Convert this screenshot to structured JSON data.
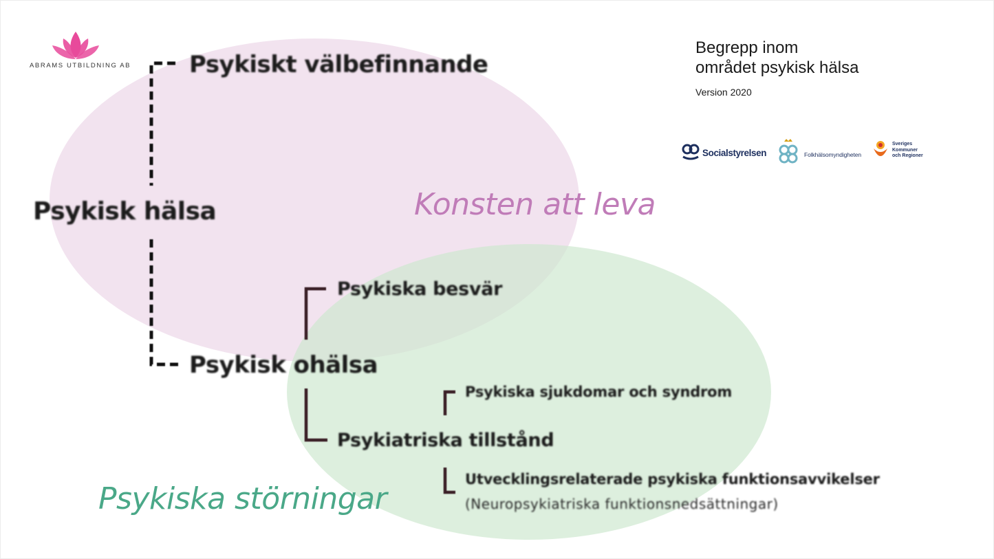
{
  "logo": {
    "text": "ABRAMS UTBILDNING AB",
    "icon": "lotus-icon",
    "color": "#e84a9b"
  },
  "reference": {
    "title_line1": "Begrepp inom",
    "title_line2": "området psykisk hälsa",
    "version": "Version 2020",
    "organizations": [
      {
        "name": "Socialstyrelsen",
        "icon": "socialstyrelsen-logo"
      },
      {
        "name": "Folkhälsomyndigheten",
        "icon": "folkhalsomyndigheten-logo"
      },
      {
        "name_lines": [
          "Sveriges",
          "Kommuner",
          "och Regioner"
        ],
        "icon": "skr-logo"
      }
    ]
  },
  "concepts": {
    "root": "Psykisk hälsa",
    "wellbeing": "Psykiskt välbefinnande",
    "ill_health": "Psykisk ohälsa",
    "complaints": "Psykiska besvär",
    "psychiatric_conditions": "Psykiatriska tillstånd",
    "diseases_syndromes": "Psykiska sjukdomar och syndrom",
    "developmental": "Utvecklingsrelaterade psykiska funktionsavvikelser",
    "developmental_note": "(Neuropsykiatriska funktionsnedsättningar)"
  },
  "overlays": {
    "pink_label": "Konsten att leva",
    "green_label": "Psykiska störningar"
  },
  "colors": {
    "pink_area": "#eedaea",
    "green_area": "#cde8cf",
    "pink_text": "#c07cb8",
    "green_text": "#4aa888",
    "bracket_dark": "#3a1f26"
  }
}
